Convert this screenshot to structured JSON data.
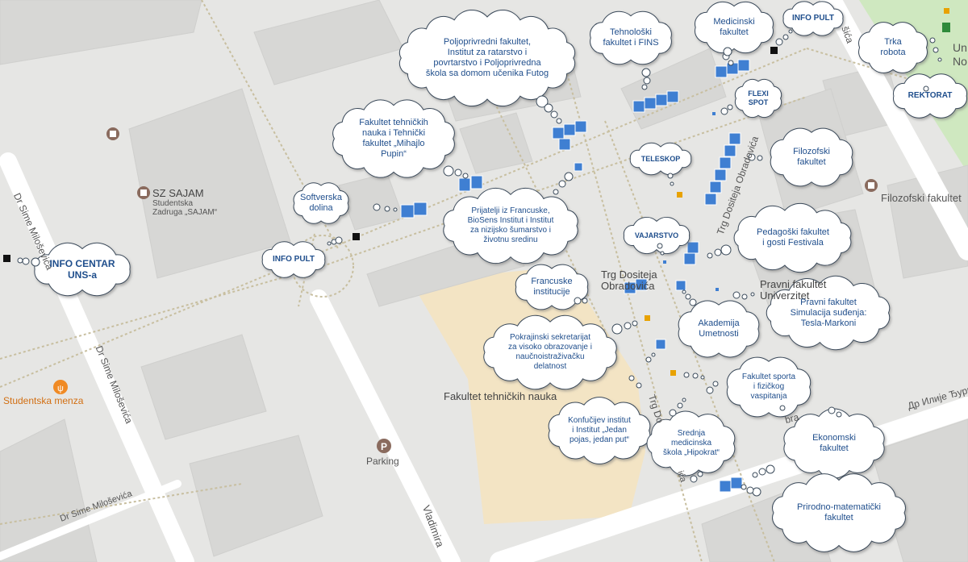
{
  "map": {
    "places": {
      "sajam": {
        "name": "SZ SAJAM",
        "sub": "Studentska\nZadruga „SAJAM“"
      },
      "filozofski": "Filozofski fakultet",
      "trg": "Trg Dositeja\nObradovića",
      "pravni": "Pravni fakultet\nUniverzitet",
      "ftn": "Fakultet tehničkih nauka",
      "menza": "Studentska menza",
      "parking": "Parking",
      "univ": "Un\nNo"
    },
    "streets": {
      "simeVert": "Dr Sime Miloševića",
      "simeVert2": "Dr Sime Miloševića",
      "simeBottom": "Dr Sime Miloševića",
      "trgDositeja": "Trg Dositeja Obradovića",
      "trgDos2": "Trg Do",
      "vladimira": "Vladimira",
      "iliji": "Др Илије Ђури",
      "sica": "šića",
      "bra": "bra",
      "ica": "ića"
    }
  },
  "bubbles": {
    "info_centar": "INFO CENTAR\nUNS-a",
    "info_pult_left": "INFO PULT",
    "info_pult_top": "INFO PULT",
    "softverska": "Softverska\ndolina",
    "ftn_pupin": "Fakultet tehničkih\nnauka i Tehnički\nfakultet „Mihajlo\nPupin“",
    "poljoprivredni": "Poljoprivredni fakultet,\nInstitut za ratarstvo i\npovrtarstvo i Poljoprivredna\nškola sa domom učenika Futog",
    "tehnoloski": "Tehnološki\nfakultet i FINS",
    "medicinski": "Medicinski\nfakultet",
    "trka": "Trka\nrobota",
    "rektorat": "REKTORAT",
    "flexi": "FLEXI\nSPOT",
    "teleskop": "TELESKOP",
    "filozofski": "Filozofski\nfakultet",
    "prijatelji": "Prijatelji iz Francuske,\nBioSens Institut i Institut\nza nizijsko šumarstvo i\nživotnu sredinu",
    "vajarstvo": "VAJARSTVO",
    "pedagoski": "Pedagoški fakultet\ni gosti Festivala",
    "francuske": "Francuske\ninstitucije",
    "pravni": "Pravni fakultet\nSimulacija suđenja:\nTesla-Markoni",
    "akademija": "Akademija\nUmetnosti",
    "pokrajinski": "Pokrajinski sekretarijat\nza visoko obrazovanje i\nnaučnoistraživačku\ndelatnost",
    "sport": "Fakultet sporta\ni fizičkog\nvaspitanja",
    "konfucije": "Konfučijev institut\ni Institut „Jedan\npojas, jedan put“",
    "srednja": "Srednja\nmedicinska\nškola „Hipokrat“",
    "ekonomski": "Ekonomski\nfakultet",
    "pmf": "Prirodno-matematički\nfakultet"
  },
  "colors": {
    "stand": "#3f7fd2",
    "cloud_text": "#1f4e8c",
    "marker_yellow": "#e8a200",
    "park": "#cfe8c0",
    "building": "#dcdcda",
    "sand": "#f3e4c4",
    "road": "#ffffff"
  }
}
